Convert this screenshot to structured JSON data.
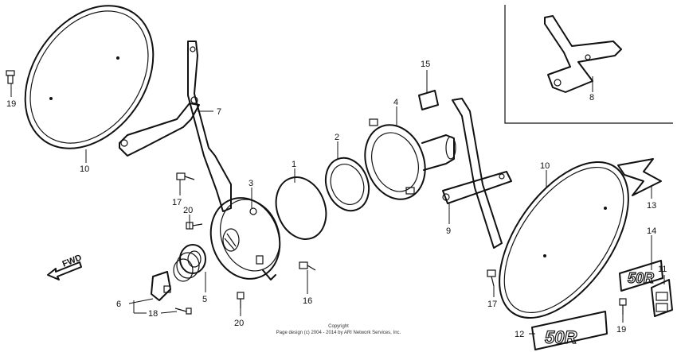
{
  "callouts": {
    "c1": "1",
    "c2": "2",
    "c3": "3",
    "c4": "4",
    "c5": "5",
    "c6": "6",
    "c7": "7",
    "c8": "8",
    "c9": "9",
    "c10a": "10",
    "c10b": "10",
    "c11": "11",
    "c12": "12",
    "c13": "13",
    "c14": "14",
    "c15": "15",
    "c16": "16",
    "c17a": "17",
    "c17b": "17",
    "c18": "18",
    "c19a": "19",
    "c19b": "19",
    "c20a": "20",
    "c20b": "20"
  },
  "direction_label": "FWD",
  "copyright": {
    "line1": "Copyright",
    "line2": "Page design (c) 2004 - 2014 by ARI Network Services, Inc."
  },
  "emblems": {
    "side_emblem": "50R",
    "small_emblem": "50R"
  }
}
